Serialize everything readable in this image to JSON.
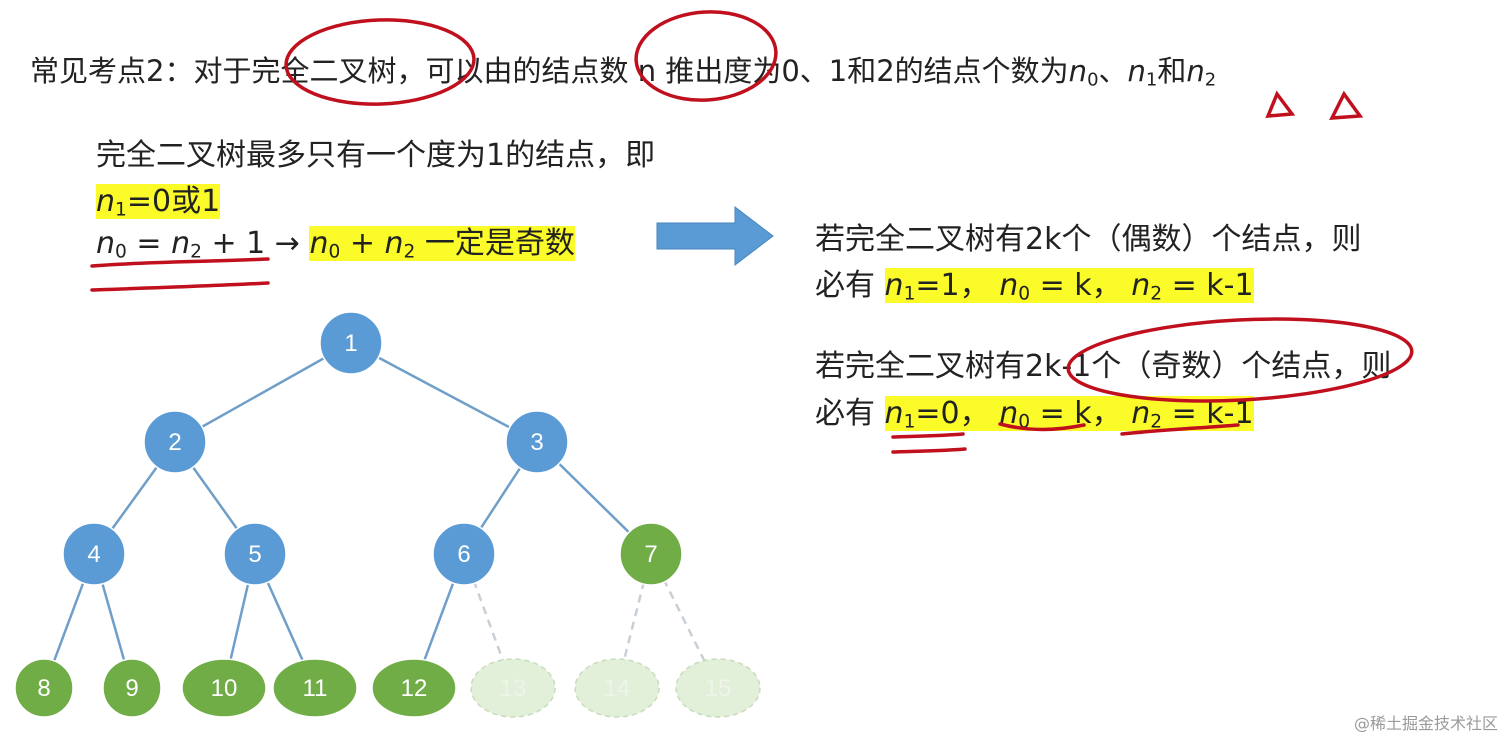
{
  "headline": {
    "prefix": "常见考点2：对于",
    "term": "完全二叉树",
    "middle1": "，可以由的结点数",
    "n_var": "n",
    "middle2": "推出度为0、1和2的结点个数为",
    "n0": "n",
    "n0_sub": "0",
    "sep": "、",
    "n1": "n",
    "n1_sub": "1",
    "and": "和",
    "n2": "n",
    "n2_sub": "2"
  },
  "left": {
    "line1": "完全二叉树最多只有一个度为1的结点，即",
    "n1_eq": "=0或1",
    "eq_lhs": " = ",
    "eq_plus1": " + 1 →",
    "sum_plus": " + ",
    "odd_text": " 一定是奇数"
  },
  "right": {
    "even_line1": "若完全二叉树有2k个（偶数）个结点，则",
    "even_line2_prefix": "必有",
    "even_n1": "=1，",
    "even_n0": " = k，",
    "even_n2": " = k-1",
    "odd_line1": "若完全二叉树有2k-1个（奇数）个结点，则",
    "odd_line2_prefix": "必有",
    "odd_n1": "=0，",
    "odd_n0": " = k，",
    "odd_n2": " = k-1"
  },
  "tree": {
    "nodes": [
      {
        "label": "1",
        "status": "internal"
      },
      {
        "label": "2",
        "status": "internal"
      },
      {
        "label": "3",
        "status": "internal"
      },
      {
        "label": "4",
        "status": "internal"
      },
      {
        "label": "5",
        "status": "internal"
      },
      {
        "label": "6",
        "status": "internal"
      },
      {
        "label": "7",
        "status": "leaf"
      },
      {
        "label": "8",
        "status": "leaf"
      },
      {
        "label": "9",
        "status": "leaf"
      },
      {
        "label": "10",
        "status": "leaf"
      },
      {
        "label": "11",
        "status": "leaf"
      },
      {
        "label": "12",
        "status": "leaf"
      },
      {
        "label": "13",
        "status": "missing"
      },
      {
        "label": "14",
        "status": "missing"
      },
      {
        "label": "15",
        "status": "missing"
      }
    ],
    "colors": {
      "internal": "#5b9bd5",
      "leaf": "#70ad47",
      "missing": "#e2efd9",
      "edge": "#6f9fc8",
      "highlight": "#fbfb2a",
      "ink": "#c0101e",
      "arrow": "#5b9bd5"
    }
  },
  "watermark": "@稀土掘金技术社区"
}
